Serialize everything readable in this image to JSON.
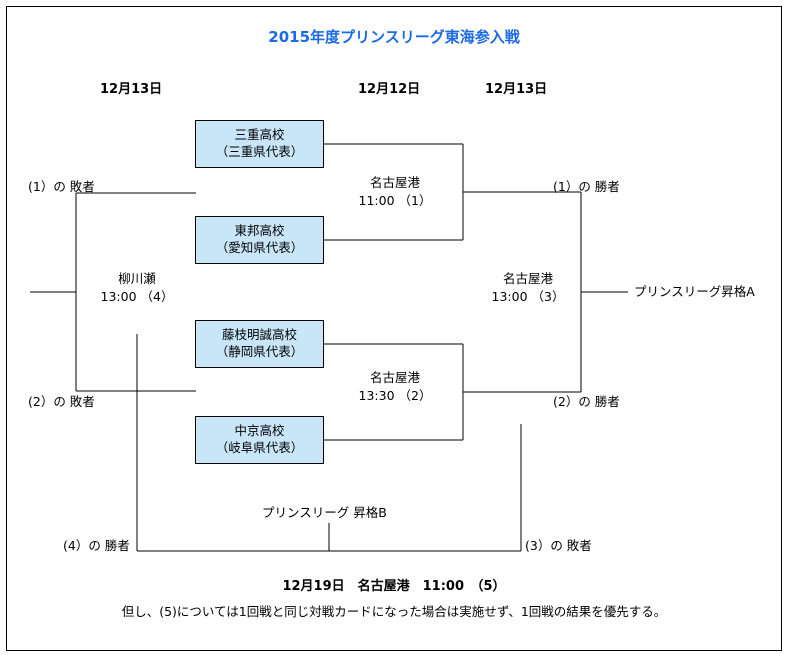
{
  "title": "2015年度プリンスリーグ東海参入戦",
  "title_color": "#1c6ae4",
  "box_fill_color": "#c8e6f8",
  "date_headers": {
    "left": "12月13日",
    "middle": "12月12日",
    "right": "12月13日"
  },
  "teams": [
    {
      "name": "三重高校",
      "qualifier": "（三重県代表）"
    },
    {
      "name": "東邦高校",
      "qualifier": "（愛知県代表）"
    },
    {
      "name": "藤枝明誠高校",
      "qualifier": "（静岡県代表）"
    },
    {
      "name": "中京高校",
      "qualifier": "（岐阜県代表）"
    }
  ],
  "matches": [
    {
      "venue": "名古屋港",
      "detail": "11:00 （1）"
    },
    {
      "venue": "名古屋港",
      "detail": "13:30 （2）"
    },
    {
      "venue": "名古屋港",
      "detail": "13:00 （3）"
    },
    {
      "venue": "柳川瀬",
      "detail": "13:00 （4）"
    }
  ],
  "labels": {
    "loser_1": "(1）の 敗者",
    "loser_2": "(2）の 敗者",
    "winner_1": "(1）の 勝者",
    "winner_2": "(2）の 勝者",
    "winner_4": "(4）の 勝者",
    "loser_3": "(3）の 敗者",
    "promotion_a": "プリンスリーグ昇格A",
    "promotion_b": "プリンスリーグ 昇格B"
  },
  "footer": {
    "main": "12月19日　名古屋港　11:00　（5）",
    "note": "但し、(5)については1回戦と同じ対戦カードになった場合は実施せず、1回戦の結果を優先する。"
  }
}
